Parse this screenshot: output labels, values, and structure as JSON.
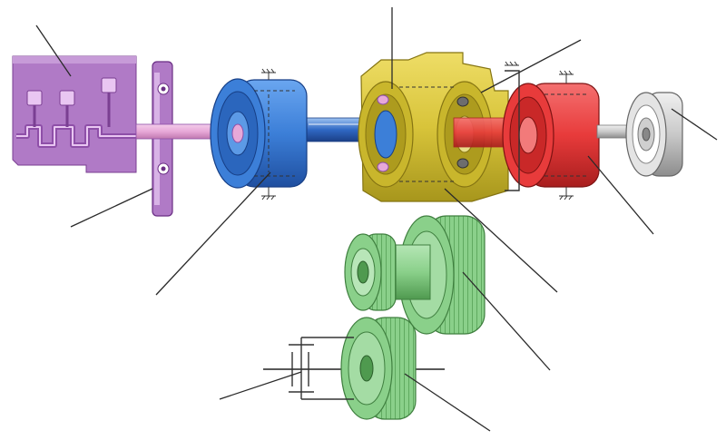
{
  "diagram": {
    "colors": {
      "engine": "#b07ac6",
      "engine_dark": "#8e4fa8",
      "shaft_pink": "#e7a8d8",
      "torque_converter_blue": "#3c7fd8",
      "blue_dark": "#1f4fa0",
      "planetary_yellow": "#d8c43a",
      "yellow_dark": "#a7961c",
      "clutch_red": "#e83b3b",
      "red_dark": "#a81e1e",
      "gear_green": "#8ad08a",
      "green_dark": "#4f9a4f",
      "pump_grey": "#dcdcdc"
    },
    "parts": [
      {
        "id": "engine",
        "icon": "engine-block-icon"
      },
      {
        "id": "flywheel",
        "icon": "flywheel-icon"
      },
      {
        "id": "torque-converter",
        "icon": "torque-converter-icon"
      },
      {
        "id": "planetary-gearset",
        "icon": "planetary-gear-icon"
      },
      {
        "id": "clutch-drum",
        "icon": "clutch-drum-icon"
      },
      {
        "id": "oil-pump",
        "icon": "oil-pump-icon"
      },
      {
        "id": "transfer-gears",
        "icon": "spur-gear-icon"
      },
      {
        "id": "differential-gear",
        "icon": "spur-gear-icon"
      }
    ]
  }
}
